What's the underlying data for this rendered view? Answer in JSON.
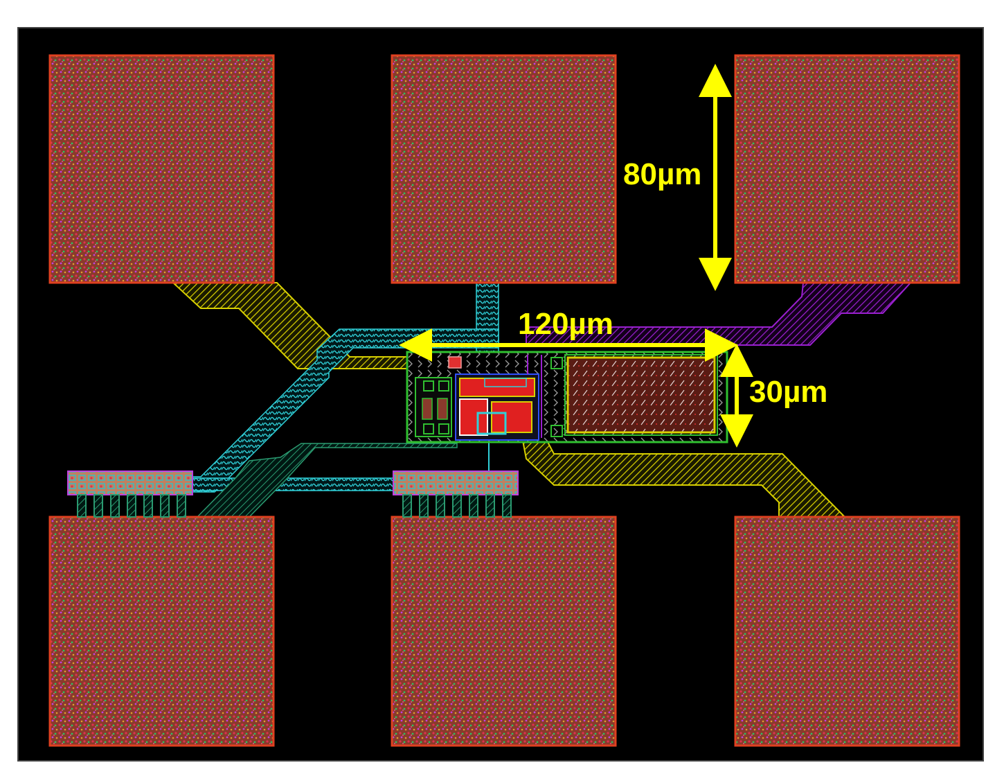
{
  "annotations": {
    "pad_height": "80µm",
    "device_width": "120µm",
    "device_height": "30µm"
  },
  "colors": {
    "background": "#000000",
    "frame_border": "#444444",
    "pad_base": "#8a3a2c",
    "pad_border": "#e04020",
    "pad_dots": [
      "#e03050",
      "#30c060",
      "#c040e0",
      "#e0a030"
    ],
    "trace_yellow": "#d8d000",
    "trace_cyan": "#30d0d8",
    "trace_purple": "#9a20d0",
    "trace_green": "#2a9a70",
    "device_border": "#30c030",
    "annotation": "#ffff00"
  },
  "pads": [
    {
      "id": "top-left"
    },
    {
      "id": "top-middle"
    },
    {
      "id": "top-right"
    },
    {
      "id": "bottom-left"
    },
    {
      "id": "bottom-middle"
    },
    {
      "id": "bottom-right"
    }
  ]
}
